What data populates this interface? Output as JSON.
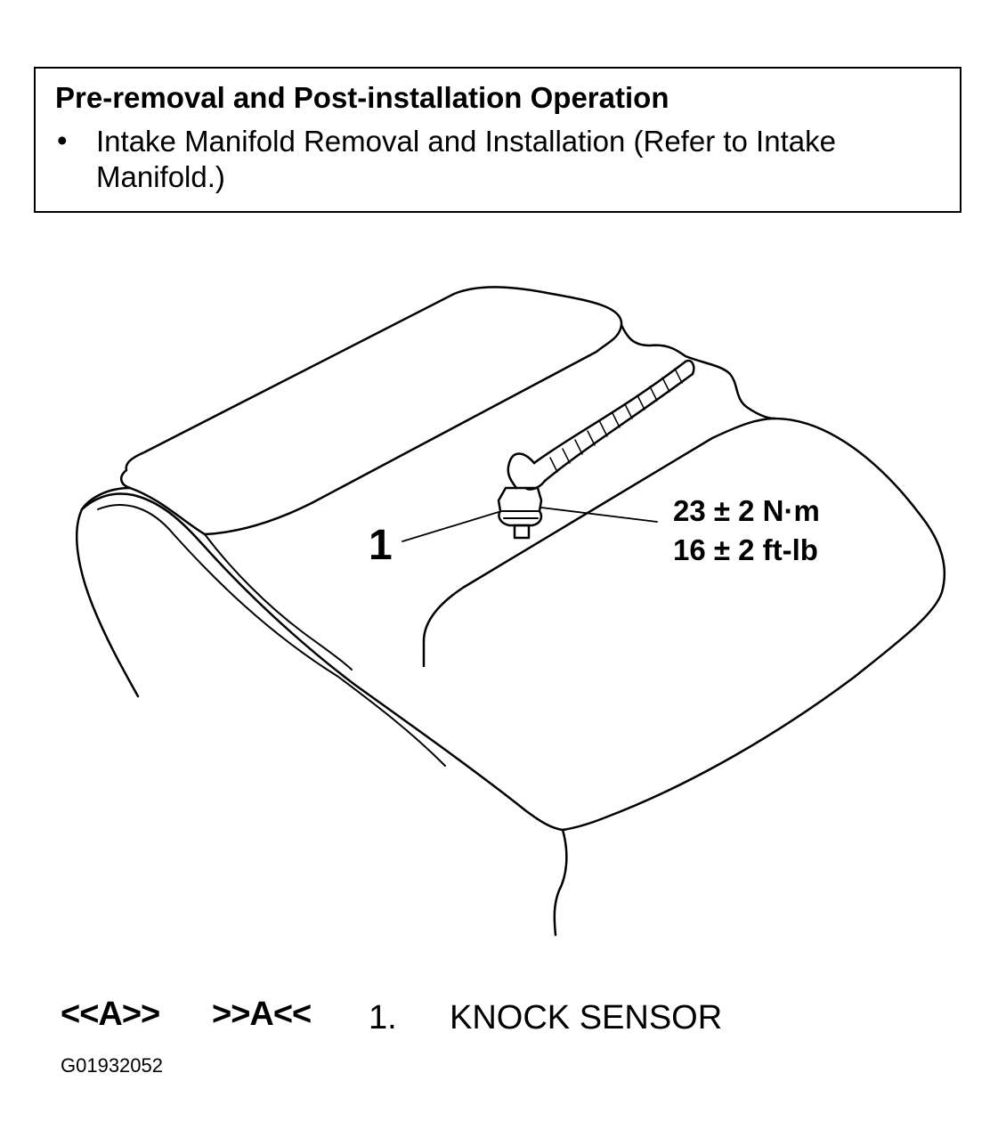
{
  "note": {
    "title": "Pre-removal and Post-installation Operation",
    "bullet": "•",
    "text": "Intake Manifold Removal and Installation (Refer to Intake Manifold.)"
  },
  "diagram": {
    "callout_number": "1",
    "torque_metric": "23 ± 2 N·m",
    "torque_imperial": "16 ± 2 ft-lb"
  },
  "legend": {
    "removal_code": "<<A>>",
    "install_code": ">>A<<",
    "item_number": "1.",
    "item_label": "KNOCK SENSOR"
  },
  "figure_id": "G01932052"
}
